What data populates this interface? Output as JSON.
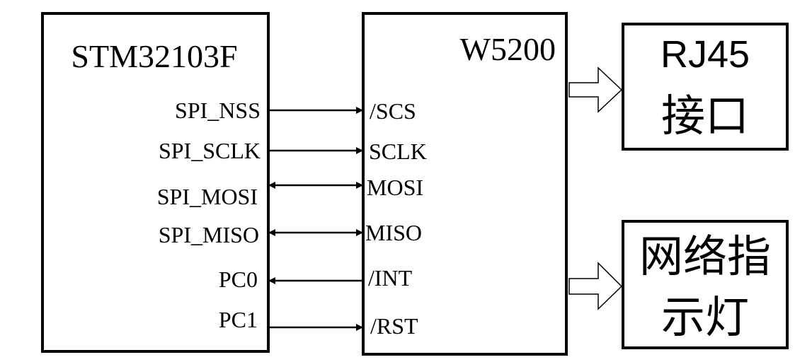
{
  "mcu": {
    "title": "STM32103F",
    "pins": [
      "SPI_NSS",
      "SPI_SCLK",
      "SPI_MOSI",
      "SPI_MISO",
      "PC0",
      "PC1"
    ]
  },
  "w5200": {
    "title": "W5200",
    "pins": [
      "/SCS",
      "SCLK",
      "MOSI",
      "MISO",
      "/INT",
      "/RST"
    ]
  },
  "rj45": {
    "line1": "RJ45",
    "line2": "接口"
  },
  "indicator": {
    "line1": "网络指",
    "line2": "示灯"
  },
  "connections": [
    {
      "from": "SPI_NSS",
      "to": "/SCS",
      "direction": "to-w5200"
    },
    {
      "from": "SPI_SCLK",
      "to": "SCLK",
      "direction": "to-w5200"
    },
    {
      "from": "SPI_MOSI",
      "to": "MOSI",
      "direction": "bidirectional"
    },
    {
      "from": "SPI_MISO",
      "to": "MISO",
      "direction": "bidirectional"
    },
    {
      "from": "PC0",
      "to": "/INT",
      "direction": "to-mcu"
    },
    {
      "from": "PC1",
      "to": "/RST",
      "direction": "to-w5200"
    }
  ]
}
